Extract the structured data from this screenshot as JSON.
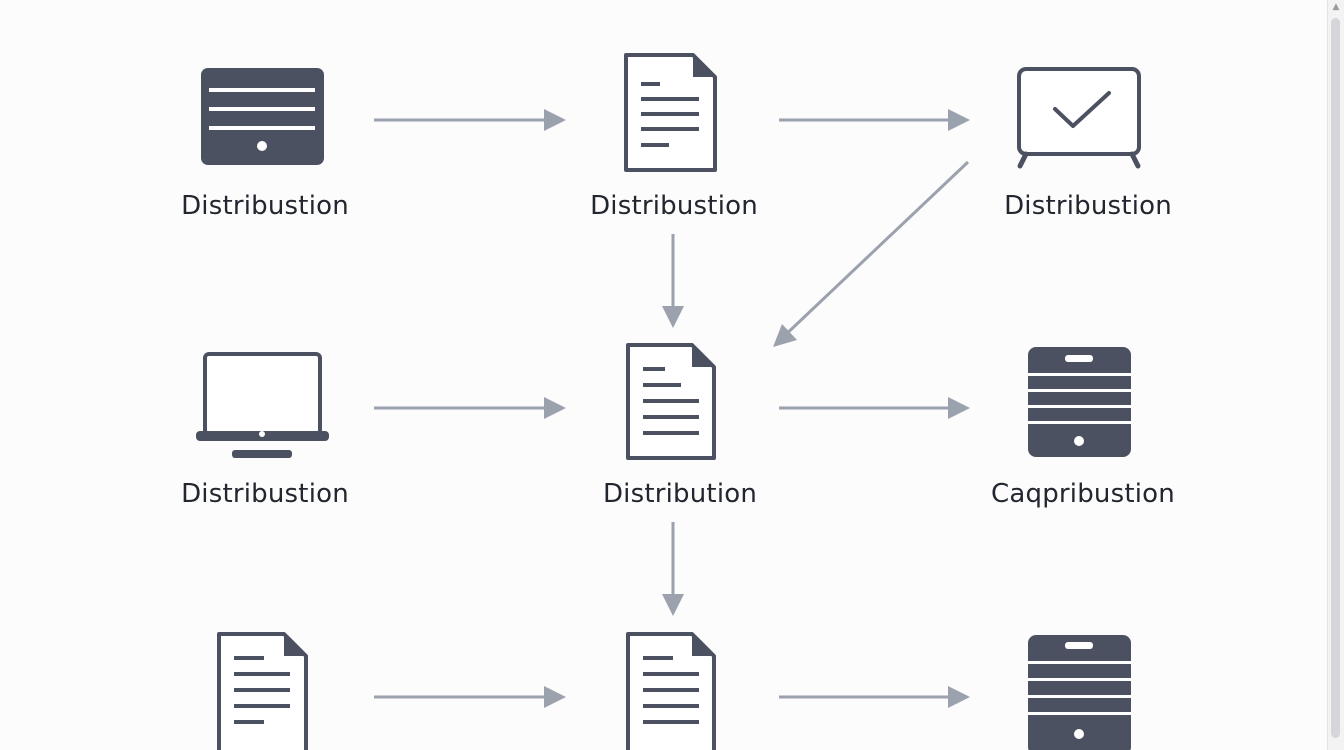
{
  "colors": {
    "icon": "#4b5160",
    "arrow": "#9ba1ad",
    "text": "#22262e"
  },
  "nodes": {
    "r1c1": {
      "icon": "server-panel-icon",
      "label": "Distribustion"
    },
    "r1c2": {
      "icon": "document-icon",
      "label": "Distribustion"
    },
    "r1c3": {
      "icon": "monitor-check-icon",
      "label": "Distribustion"
    },
    "r2c1": {
      "icon": "desktop-monitor-icon",
      "label": "Distribustion"
    },
    "r2c2": {
      "icon": "document-icon",
      "label": "Distribution"
    },
    "r2c3": {
      "icon": "server-rack-icon",
      "label": "Caqpribustion"
    },
    "r3c1": {
      "icon": "document-icon",
      "label": ""
    },
    "r3c2": {
      "icon": "document-icon",
      "label": ""
    },
    "r3c3": {
      "icon": "server-rack-icon",
      "label": ""
    }
  },
  "edges": [
    {
      "from": "r1c1",
      "to": "r1c2"
    },
    {
      "from": "r1c2",
      "to": "r1c3"
    },
    {
      "from": "r1c2",
      "to": "r2c2"
    },
    {
      "from": "r1c3",
      "to": "r2c2"
    },
    {
      "from": "r2c1",
      "to": "r2c2"
    },
    {
      "from": "r2c2",
      "to": "r2c3"
    },
    {
      "from": "r2c2",
      "to": "r3c2"
    },
    {
      "from": "r3c1",
      "to": "r3c2"
    },
    {
      "from": "r3c2",
      "to": "r3c3"
    }
  ]
}
